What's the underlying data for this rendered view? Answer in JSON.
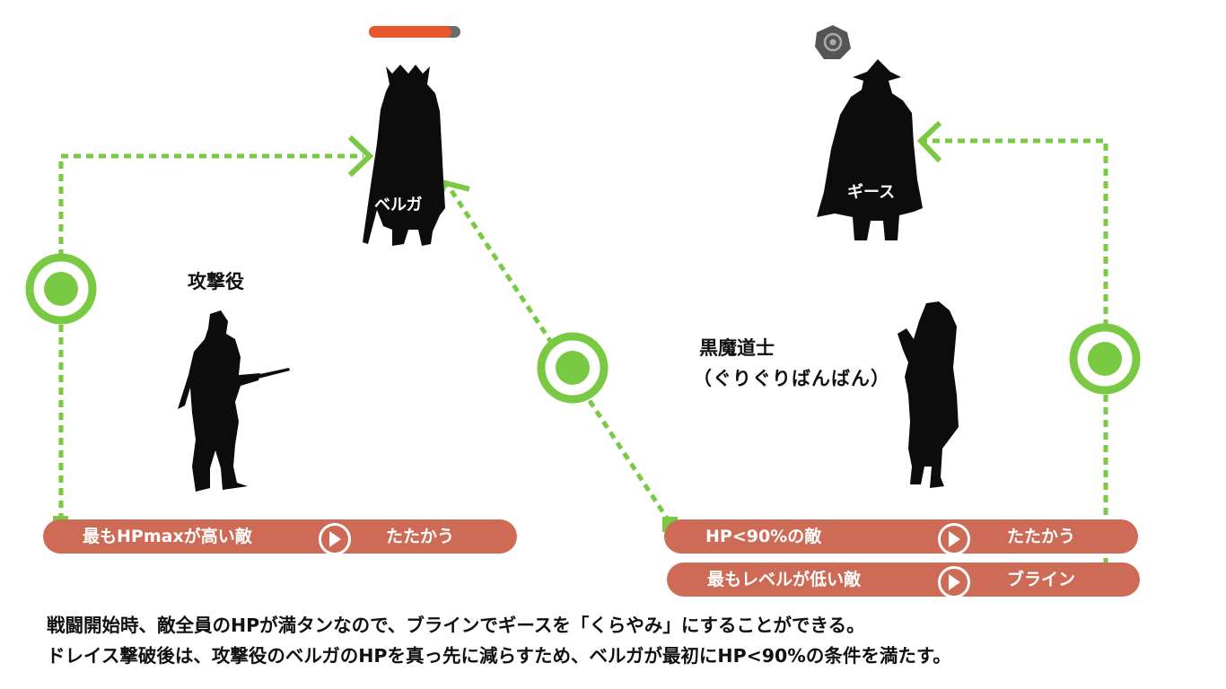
{
  "characters": {
    "belga": {
      "name": "ベルガ",
      "hp_fraction": 0.9
    },
    "geese": {
      "name": "ギース",
      "status_icon": "blind-swirl-icon"
    },
    "attacker": {
      "label": "攻撃役"
    },
    "black_mage": {
      "label_line1": "黒魔道士",
      "label_line2": "（ぐりぐりばんばん）"
    }
  },
  "gambits": {
    "attacker": {
      "condition": "最もHPmaxが高い敵",
      "action": "たたかう"
    },
    "black_mage": [
      {
        "condition": "HP<90%の敵",
        "action": "たたかう"
      },
      {
        "condition": "最もレベルが低い敵",
        "action": "ブライン"
      }
    ]
  },
  "caption": {
    "line1": "戦闘開始時、敵全員のHPが満タンなので、ブラインでギースを「くらやみ」にすることができる。",
    "line2": "ドレイス撃破後は、攻撃役のベルガのHPを真っ先に減らすため、ベルガが最初にHP<90%の条件を満たす。"
  },
  "colors": {
    "accent_green": "#7ac943",
    "pill": "#cd6b57",
    "hp_fill": "#e8562c"
  }
}
